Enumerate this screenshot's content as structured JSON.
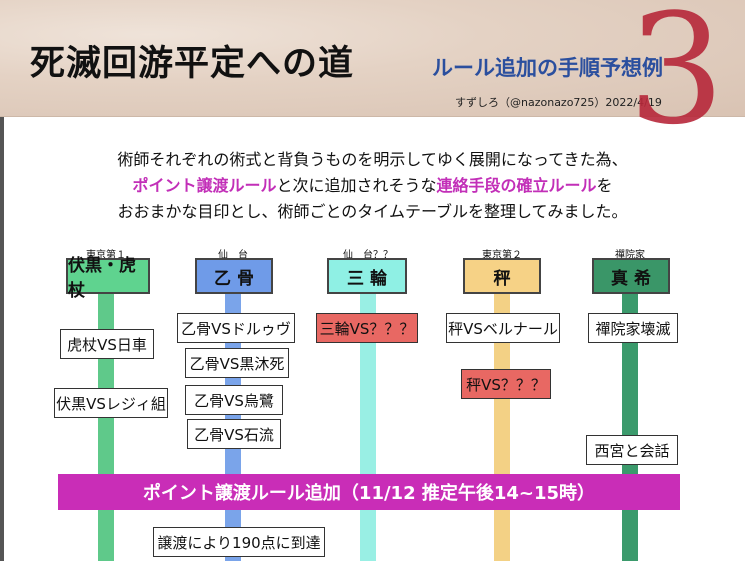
{
  "header": {
    "title": "死滅回游平定への道",
    "subtitle": "ルール追加の手順予想例",
    "credit": "すずしろ（@nazonazo725）2022/4/19",
    "big_number": "3"
  },
  "intro": {
    "line1": "術師それぞれの術式と背負うものを明示してゆく展開になってきた為、",
    "line2_hl1": "ポイント譲渡ルール",
    "line2_mid": "と次に追加されそうな",
    "line2_hl2": "連絡手段の確立ルール",
    "line2_end": "を",
    "line3": "おおまかな目印とし、術師ごとのタイムテーブルを整理してみました。"
  },
  "lanes": [
    {
      "sub": "東京第１",
      "name": "伏黒・虎杖",
      "color": "#5fd38f",
      "line": "#5fc98a"
    },
    {
      "sub": "仙　台",
      "name": "乙 骨",
      "color": "#6f9be8",
      "line": "#7aa4ea"
    },
    {
      "sub": "仙　台？？",
      "name": "三 輪",
      "color": "#8ff0e4",
      "line": "#99efe4"
    },
    {
      "sub": "東京第２",
      "name": "秤",
      "color": "#f6d286",
      "line": "#f3d185"
    },
    {
      "sub": "禪院家",
      "name": "真 希",
      "color": "#3a9668",
      "line": "#3b9a6c"
    }
  ],
  "events": {
    "itadori_vs_higuruma": "虎杖VS日車",
    "fushiguro_vs_reggie": "伏黒VSレジィ組",
    "okkotsu_vs_dhruv": "乙骨VSドルゥヴ",
    "okkotsu_vs_kurourushi": "乙骨VS黒沐死",
    "okkotsu_vs_uro": "乙骨VS烏鷺",
    "okkotsu_vs_ishigori": "乙骨VS石流",
    "miwa_vs": "三輪VS？？？",
    "hakari_vs_bernard": "秤VSベルナール",
    "hakari_vs": "秤VS？？？",
    "zenin_destroyed": "禪院家壊滅",
    "nishimiya": "西宮と会話",
    "reach_190": "譲渡により190点に到達"
  },
  "banner": "ポイント譲渡ルール追加（11/12 推定午後14~15時）",
  "colors": {
    "magenta": "#c92db7",
    "red_card": "#e86863",
    "accent_num": "#b7283a"
  }
}
